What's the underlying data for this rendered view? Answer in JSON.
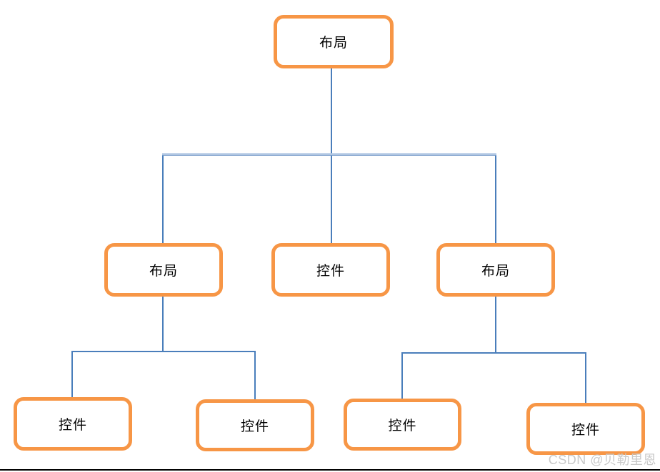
{
  "diagram": {
    "type": "tree",
    "root": {
      "label": "布局"
    },
    "level2": [
      {
        "label": "布局"
      },
      {
        "label": "控件"
      },
      {
        "label": "布局"
      }
    ],
    "level3_left": [
      {
        "label": "控件"
      },
      {
        "label": "控件"
      }
    ],
    "level3_right": [
      {
        "label": "控件"
      },
      {
        "label": "控件"
      }
    ]
  },
  "watermark": {
    "text": "CSDN @贝勒里恩"
  },
  "colors": {
    "node_border": "#F79646",
    "connector": "#4A7EBB",
    "connector_light": "#B3C9E4",
    "connector_mid": "#7C9DC9",
    "text": "#000000",
    "watermark": "#C9C9C9"
  }
}
